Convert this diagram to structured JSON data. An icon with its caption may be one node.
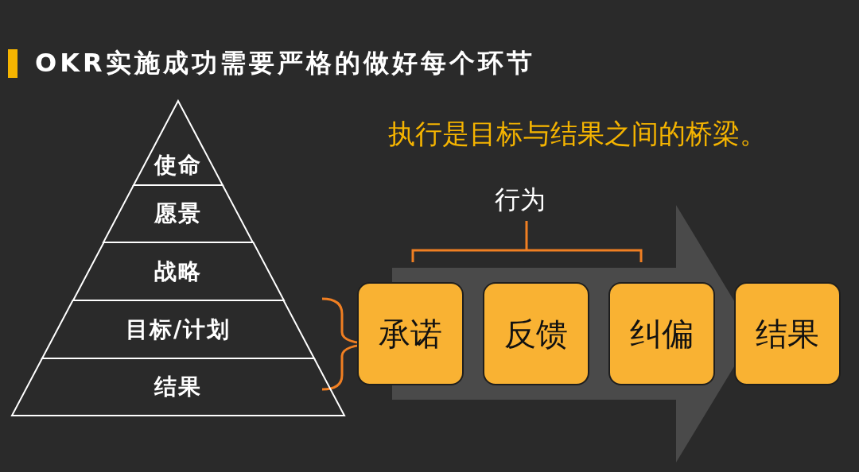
{
  "diagram": {
    "title": "OKR实施成功需要严格的做好每个环节",
    "nodes": [
      {
        "text": [
          "使命"
        ]
      },
      {
        "text": [
          "愿景"
        ]
      },
      {
        "text": [
          "战略"
        ]
      },
      {
        "text": [
          "目标/计划"
        ]
      },
      {
        "text": [
          "结果"
        ]
      },
      {
        "text": [
          "承诺"
        ]
      },
      {
        "text": [
          "反馈"
        ]
      },
      {
        "text": [
          "纠偏"
        ]
      },
      {
        "text": [
          "结果"
        ]
      }
    ],
    "edges": [
      {
        "from": 5,
        "to": 8,
        "arrow": "to"
      }
    ],
    "labels": [
      "执行是目标与结果之间的桥梁。",
      "行为"
    ]
  }
}
